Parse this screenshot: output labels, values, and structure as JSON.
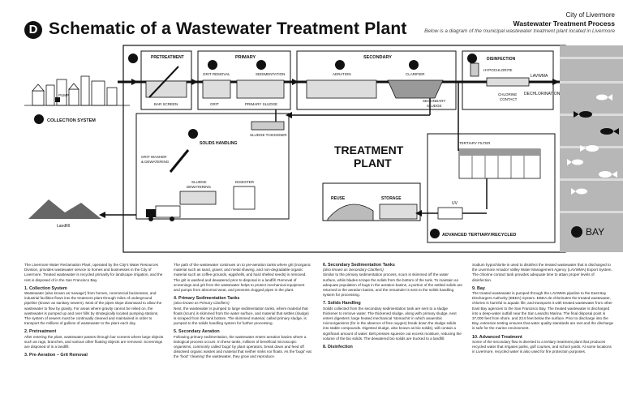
{
  "header": {
    "letter": "D",
    "title": "Schematic of a Wastewater Treatment Plant",
    "org": "City of Livermore",
    "process": "Wastewater Treatment Process",
    "caption": "Below is a diagram of the municipal wastewater treatment plant located in Livermore"
  },
  "diagram": {
    "s1": "1",
    "collection": "COLLECTION SYSTEM",
    "pump": "PUMP",
    "s2": "2",
    "pretreatment": "PRETREATMENT",
    "bar_screen": "BAR SCREEN",
    "primary": "PRIMARY",
    "s3": "3",
    "grit_removal": "GRIT REMOVAL",
    "grit": "GRIT",
    "s4": "4",
    "sedimentation": "SEDIMENTATION",
    "primary_sludge": "PRIMARY SLUDGE",
    "secondary": "SECONDARY",
    "s5": "5",
    "aeration": "AERATION",
    "s6": "6",
    "clarifier": "CLARIFIER",
    "secondary_sludge_1": "SECONDARY",
    "secondary_sludge_2": "SLUDGE",
    "s8": "8",
    "disinfection": "DISINFECTION",
    "hypochlorite": "HYPOCHLORITE",
    "chlorine_contact_1": "CHLORINE",
    "chlorine_contact_2": "CONTACT",
    "lavwma": "LAVWMA",
    "dechlorination": "DECHLORINATION",
    "s7": "7",
    "solids_handling": "SOLIDS HANDLING",
    "sludge_thickener": "SLUDGE THICKENER",
    "grit_washer_1": "GRIT WASHER",
    "grit_washer_2": "& DEWATERING",
    "sludge_dewatering_1": "SLUDGE",
    "sludge_dewatering_2": "DEWATERING",
    "digester": "DIGESTER",
    "landfill": "Landfill",
    "plant_1": "TREATMENT",
    "plant_2": "PLANT",
    "tertiary_filter": "TERTIARY FILTER",
    "uv": "UV",
    "reuse": "REUSE",
    "storage": "STORAGE",
    "s10": "10",
    "advanced": "ADVANCED TERTIARY/RECYCLED",
    "s9": "9",
    "bay": "BAY"
  },
  "text": {
    "intro": "The Livermore Water Reclamation Plant, operated by the City's Water Resources Division, provides wastewater service to homes and businesses in the City of Livermore. Treated wastewater is recycled primarily for landscape irrigation, and the rest is disposed of in the San Francisco Bay.",
    "h1": "1. Collection System",
    "p1": "Wastewater (also known as 'sewage') from homes, commercial businesses, and industrial facilities flows into the treatment plant through miles of underground pipeline (known as sanitary sewers). Most of the pipes slope downward to allow the wastewater to flow by gravity. For areas where gravity cannot be relied on, the wastewater is pumped up and over hills by strategically located pumping stations. The system of sewers must be continually cleaned and maintained in order to transport the millions of gallons of wastewater to the plant each day.",
    "h2": "2. Pretreatment",
    "p2": "After entering the plant, wastewater passes through bar screens where large objects such as rags, branches, and various other floating objects are removed. Screenings are disposed of in a landfill.",
    "h3": "3. Pre-Aeration – Grit Removal",
    "p3": "The path of the wastewater continues on to pre-aeration tanks where grit (inorganic material such as sand, gravel, and metal shaving, and non-degradable organic material such as coffee grounds, eggshells, and hard shelled seeds) is removed. The grit is washed and dewatered prior to disposal in a landfill. Removal of screenings and grit from the wastewater helps to protect mechanical equipment and pumps from abnormal wear, and prevents clogged pipes in the plant.",
    "h4": "4. Primary Sedimentation Tanks",
    "i4": "(also known as Primary Clarifiers)",
    "p4": "Next, the wastewater is pumped to large sedimentation tanks, where material that floats (scum) is skimmed from the water surface, and material that settles (sludge) is scraped from the tank bottom. The skimmed material, called primary sludge, is pumped to the solids handling system for further processing.",
    "h5": "5. Secondary Aeration",
    "p5": "Following primary sedimentation, the wastewater enters aeration basins where a biological process occurs. In these tanks, millions of beneficial microscopic organisms, commonly called 'bugs' by plant operators, break down and feed off dissolved organic wastes and material that neither sinks nor floats. As the 'bugs' eat the 'food' 'cleaning' the wastewater, they grow and reproduce.",
    "h6": "6. Secondary Sedimentation Tanks",
    "i6": "(also known as Secondary Clarifiers)",
    "p6": "Similar to the primary sedimentation process, scum is skimmed off the water surface, while blades scrape the solids from the bottom of the tank. To maintain an adequate population of bugs in the aeration basins, a portion of the settled solids are returned to the aeration basins, and the remainder is sent to the solids handling system for processing.",
    "h7": "7. Solids Handling",
    "p7": "Solids collected from the secondary sedimentation tank are sent to a sludge thickener to remove water. The thickened sludge, along with primary sludge, next enters digesters: large heated mechanical 'stomachs' in which anaerobic microorganisms (for in the absence of free oxygen) break down the sludge solids into stable compounds. Digested sludge, also known as bio solids), will contain a significant amount of water. Belt presses squeeze out excess moisture, reducing the volume of the bio solids. The dewatered bio solids are trucked to a landfill.",
    "h8": "8. Disinfection",
    "p8": "Sodium hypochlorite is used to disinfect the treated wastewater that is discharged to the Livermore Amador Valley Water Management Agency (LAVWMA) Export System. The chlorine contact tank provides adequate time to attain proper levels of disinfection.",
    "h9": "9. Bay",
    "p9": "The treated wastewater is pumped through the LAVWMA pipeline to the East Bay Dischargers Authority (EBDA) System. EBDA de-chlorinates the treated wastewater, chlorine is harmful to aquatic life, and transports it with treated wastewater from other East Bay agencies to the San Francisco Bay. The treated wastewater is discharged into a deep-water outfall near the San Leandro Marina. The final disposal point is 37,000 feet from shore, and 23.5 feet below the surface. Prior to discharge into the Bay, extensive testing ensures that water quality standards are met and the discharge is safe for the marine environment.",
    "h10": "10. Advanced Treatment",
    "p10": "Some of the secondary flow is diverted to a tertiary treatment plant that produces recycled water that irrigates parks, golf courses, and school yards. At some locations in Livermore, recycled water is also used for fire protection purposes."
  }
}
